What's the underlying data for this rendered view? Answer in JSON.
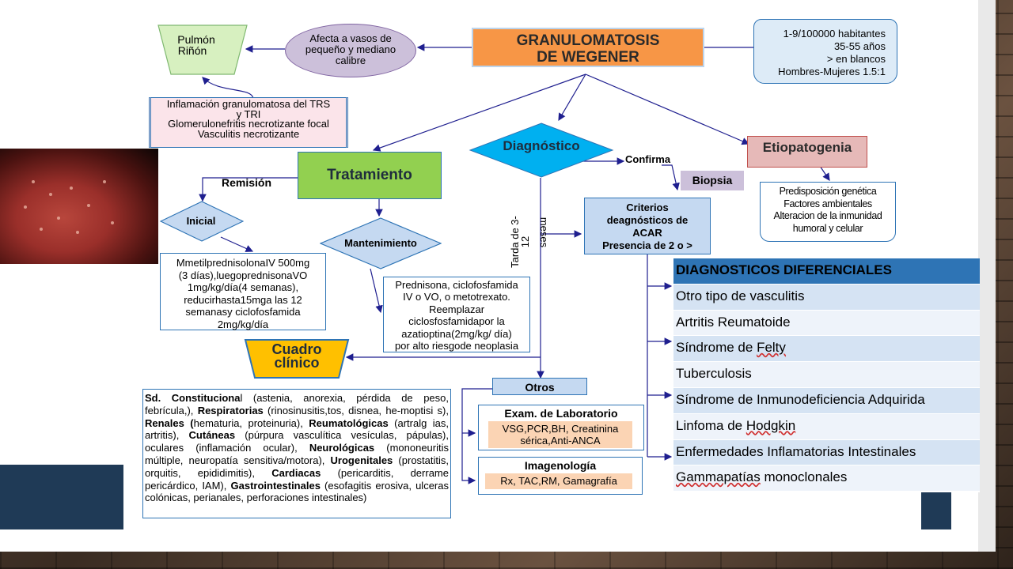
{
  "title_lines": [
    "GRANULOMATOSIS",
    "DE WEGENER"
  ],
  "vessels": [
    "Afecta a vasos de",
    "pequeño y mediano",
    "calibre"
  ],
  "organs": [
    "Pulmón",
    "Riñón"
  ],
  "epidemiology": [
    "1-9/100000 habitantes",
    "35-55 años",
    "> en blancos",
    "Hombres-Mujeres 1.5:1"
  ],
  "histology": [
    "Inflamación granulomatosa del TRS",
    "y TRI",
    "Glomerulonefritis necrotizante focal",
    "Vasculitis necrotizante"
  ],
  "diagnostico": "Diagnóstico",
  "confirma": "Confirma",
  "biopsia": "Biopsia",
  "etiopatogenia": "Etiopatogenia",
  "etio_items": [
    "Predisposición genética",
    "Factores ambientales",
    "Alteracion de la inmunidad",
    "humoral y celular"
  ],
  "tratamiento": "Tratamiento",
  "remision": "Remisión",
  "inicial": "Inicial",
  "mantenimiento": "Mantenimiento",
  "inicial_text": [
    "MmetilprednisolonaIV 500mg",
    "(3 días),luegoprednisonaVO",
    "1mg/kg/día(4 semanas),",
    "reducirhasta15mga  las 12",
    "semanasy ciclofosfamida",
    "2mg/kg/día"
  ],
  "mant_text": [
    "Prednisona, ciclofosfamida",
    "IV o VO, o metotrexato.",
    "Reemplazar",
    "ciclosfosfamidapor la",
    "azatioptina(2mg/kg/ día)",
    "por alto riesgode neoplasia"
  ],
  "tarda_lines": [
    "Tarda de 3-",
    "12",
    "meses"
  ],
  "criterios": [
    "Criterios",
    "deagnósticos   de",
    "ACAR",
    "Presencia de 2 o >"
  ],
  "cuadro": [
    "Cuadro",
    "clínico"
  ],
  "otros": "Otros",
  "lab_title": "Exam. de Laboratorio",
  "lab_items": [
    "VSG,PCR,BH, Creatinina",
    "sérica,Anti-ANCA"
  ],
  "imag_title": "Imagenología",
  "imag_items": "Rx, TAC,RM, Gamagrafía",
  "clinical": [
    {
      "b": "Sd. Constituciona",
      "t": "l (astenia, anorexia, pérdida de peso, febrícula,), "
    },
    {
      "b": "Respiratorias",
      "t": " (rinosinusitis,tos, disnea, he-moptisi s), "
    },
    {
      "b": "Renales (",
      "t": "hematuria, proteinuria), "
    },
    {
      "b": "Reumatológicas",
      "t": " (artralg ias, artritis), "
    },
    {
      "b": "Cutáneas",
      "t": " (púrpura vasculítica vesículas, pápulas), oculares (inflamación ocular), "
    },
    {
      "b": "Neurológicas",
      "t": " (mononeuritis múltiple, neuropatía sensitiva/motora), "
    },
    {
      "b": "Urogenitales",
      "t": " (prostatitis, orquitis, epididimitis), "
    },
    {
      "b": "Cardiacas",
      "t": " (pericarditis, derrame pericárdico, IAM), "
    },
    {
      "b": "Gastrointestinales",
      "t": " (esofagitis erosiva, ulceras colónicas, perianales, perforaciones intestinales)"
    }
  ],
  "differentials": {
    "header": "DIAGNOSTICOS   DIFERENCIALES",
    "items": [
      "Otro tipo de vasculitis",
      "Artritis Reumatoide",
      "Síndrome de Felty",
      "Tuberculosis",
      "Síndrome de Inmunodeficiencia Adquirida",
      "Linfoma de Hodgkin",
      "Enfermedades Inflamatorias Intestinales",
      "Gammapatías monoclonales"
    ]
  },
  "colors": {
    "title_orange": "#f79646",
    "green": "#92d050",
    "blue_diamond": "#00b0f0",
    "light_blue": "#c5d9f1",
    "etio_pink": "#e6b9b8",
    "purple": "#ccc0da",
    "yellow": "#ffc000",
    "line": "#1f1f8f"
  }
}
